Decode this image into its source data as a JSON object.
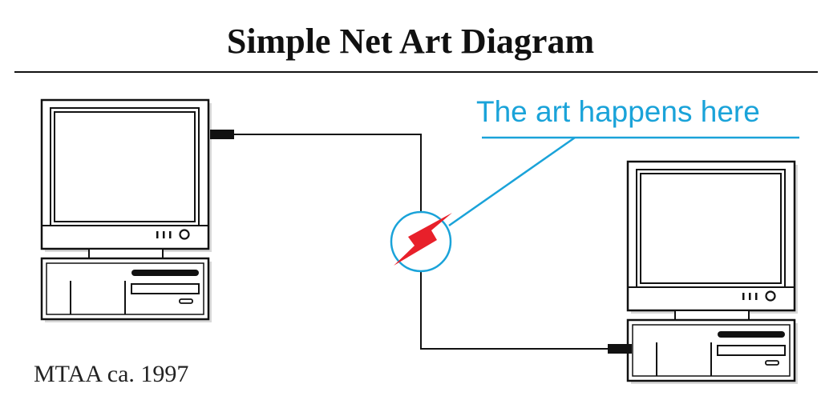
{
  "title": "Simple Net Art Diagram",
  "annotation": {
    "text": "The art happens here",
    "color": "#1aa3d9"
  },
  "credit": "MTAA ca. 1997",
  "icons": {
    "left_computer": "computer-icon",
    "right_computer": "computer-icon",
    "spark": "lightning-bolt-icon"
  },
  "colors": {
    "line": "#111111",
    "accent": "#1aa3d9",
    "bolt": "#e8202a"
  }
}
